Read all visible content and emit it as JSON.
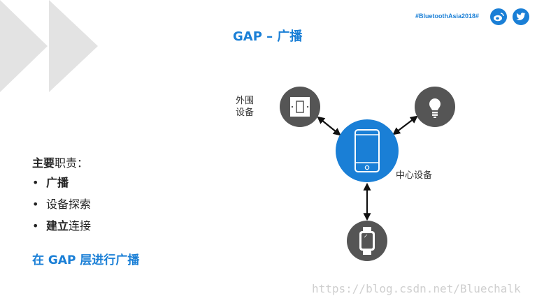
{
  "slide": {
    "title": "GAP – 广播",
    "hashtag": "#BluetoothAsia2018#",
    "social": [
      {
        "name": "weibo-icon"
      },
      {
        "name": "twitter-icon"
      }
    ],
    "colors": {
      "accent": "#1a7fd6",
      "node_gray": "#555555",
      "deco_gray": "#e3e3e3"
    }
  },
  "diagram": {
    "peripheral_label_line1": "外围",
    "peripheral_label_line2": "设备",
    "central_label": "中心设备"
  },
  "responsibilities": {
    "title_bold": "主要",
    "title_rest": "职责：",
    "items": [
      {
        "bold": "广播",
        "rest": ""
      },
      {
        "bold": "",
        "rest": "设备探索"
      },
      {
        "bold": "建立",
        "rest": "连接"
      }
    ]
  },
  "footer": "在 GAP 层进行广播",
  "watermark": "https://blog.csdn.net/Bluechalk"
}
